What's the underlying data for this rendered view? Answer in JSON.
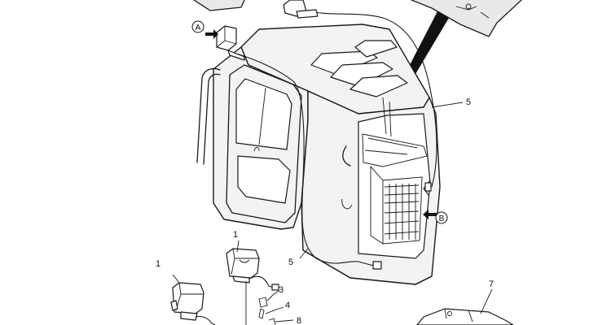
{
  "callouts": {
    "item_1_top": "1",
    "item_1_left": "1",
    "item_3": "3",
    "item_4": "4",
    "item_5_right": "5",
    "item_5_bottom": "5",
    "item_7": "7",
    "item_8": "8"
  },
  "views": {
    "view_a": "A",
    "view_b": "B"
  }
}
